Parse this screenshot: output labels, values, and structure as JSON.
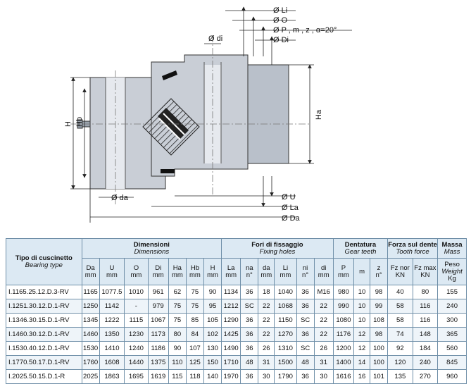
{
  "drawing": {
    "labels": {
      "li": "Ø Li",
      "o": "Ø O",
      "p": "Ø P , m , z , α=20°",
      "di_top": "Ø Di",
      "di_small": "Ø di",
      "u": "Ø U",
      "la": "Ø La",
      "da_big": "Ø Da",
      "da_small": "Ø da",
      "h": "H",
      "hb": "Hb",
      "ha": "Ha"
    }
  },
  "table": {
    "type_header": {
      "it": "Tipo di cuscinetto",
      "en": "Bearing type"
    },
    "groups": [
      {
        "it": "Dimensioni",
        "en": "Dimensions"
      },
      {
        "it": "Fori di fissaggio",
        "en": "Fixing holes"
      },
      {
        "it": "Dentatura",
        "en": "Gear teeth"
      },
      {
        "it": "Forza sul dente",
        "en": "Tooth force"
      },
      {
        "it": "Massa",
        "en": "Mass"
      }
    ],
    "columns": [
      {
        "name": "Da",
        "unit": "mm"
      },
      {
        "name": "U",
        "unit": "mm"
      },
      {
        "name": "O",
        "unit": "mm"
      },
      {
        "name": "Di",
        "unit": "mm"
      },
      {
        "name": "Ha",
        "unit": "mm"
      },
      {
        "name": "Hb",
        "unit": "mm"
      },
      {
        "name": "H",
        "unit": "mm"
      },
      {
        "name": "La",
        "unit": "mm"
      },
      {
        "name": "na",
        "unit": "n°"
      },
      {
        "name": "da",
        "unit": "mm"
      },
      {
        "name": "Li",
        "unit": "mm"
      },
      {
        "name": "ni",
        "unit": "n°"
      },
      {
        "name": "di",
        "unit": "mm"
      },
      {
        "name": "P",
        "unit": "mm"
      },
      {
        "name": "m",
        "unit": ""
      },
      {
        "name": "z",
        "unit": "n°"
      },
      {
        "name": "Fz nor",
        "unit": "KN"
      },
      {
        "name": "Fz max",
        "unit": "KN"
      },
      {
        "name": "Peso",
        "unit": "Weight",
        "unit2": "Kg"
      }
    ],
    "rows": [
      [
        "I.1165.25.12.D.3-RV",
        "1165",
        "1077.5",
        "1010",
        "961",
        "62",
        "75",
        "90",
        "1134",
        "36",
        "18",
        "1040",
        "36",
        "M16",
        "980",
        "10",
        "98",
        "40",
        "80",
        "155"
      ],
      [
        "I.1251.30.12.D.1-RV",
        "1250",
        "1142",
        "-",
        "979",
        "75",
        "75",
        "95",
        "1212",
        "SC",
        "22",
        "1068",
        "36",
        "22",
        "990",
        "10",
        "99",
        "58",
        "116",
        "240"
      ],
      [
        "I.1346.30.15.D.1-RV",
        "1345",
        "1222",
        "1115",
        "1067",
        "75",
        "85",
        "105",
        "1290",
        "36",
        "22",
        "1150",
        "SC",
        "22",
        "1080",
        "10",
        "108",
        "58",
        "116",
        "300"
      ],
      [
        "I.1460.30.12.D.1-RV",
        "1460",
        "1350",
        "1230",
        "1173",
        "80",
        "84",
        "102",
        "1425",
        "36",
        "22",
        "1270",
        "36",
        "22",
        "1176",
        "12",
        "98",
        "74",
        "148",
        "365"
      ],
      [
        "I.1530.40.12.D.1-RV",
        "1530",
        "1410",
        "1240",
        "1186",
        "90",
        "107",
        "130",
        "1490",
        "36",
        "26",
        "1310",
        "SC",
        "26",
        "1200",
        "12",
        "100",
        "92",
        "184",
        "560"
      ],
      [
        "I.1770.50.17.D.1-RV",
        "1760",
        "1608",
        "1440",
        "1375",
        "110",
        "125",
        "150",
        "1710",
        "48",
        "31",
        "1500",
        "48",
        "31",
        "1400",
        "14",
        "100",
        "120",
        "240",
        "845"
      ],
      [
        "I.2025.50.15.D.1-R",
        "2025",
        "1863",
        "1695",
        "1619",
        "115",
        "118",
        "140",
        "1970",
        "36",
        "30",
        "1790",
        "36",
        "30",
        "1616",
        "16",
        "101",
        "135",
        "270",
        "960"
      ]
    ]
  }
}
